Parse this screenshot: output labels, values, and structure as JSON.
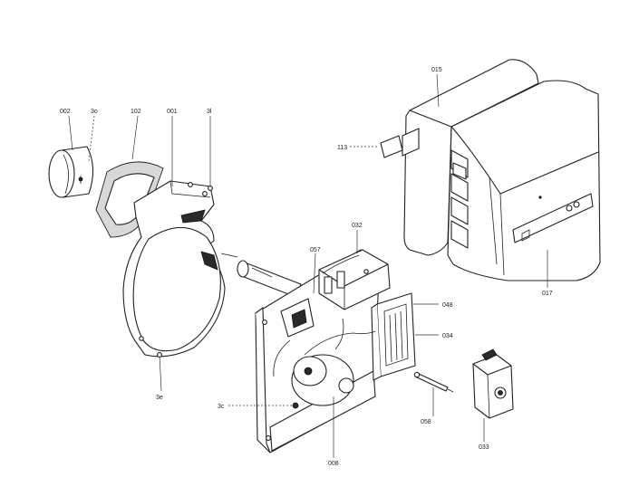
{
  "diagram": {
    "labels": {
      "p002": "002",
      "p3o": "3o",
      "p102": "102",
      "p001": "001",
      "p3l": "3l",
      "p015": "015",
      "p113": "113",
      "p032": "032",
      "p057": "057",
      "p048": "048",
      "p034": "034",
      "p017": "017",
      "p3e": "3e",
      "p3c": "3c",
      "p058": "058",
      "p008": "008",
      "p033": "033"
    }
  }
}
